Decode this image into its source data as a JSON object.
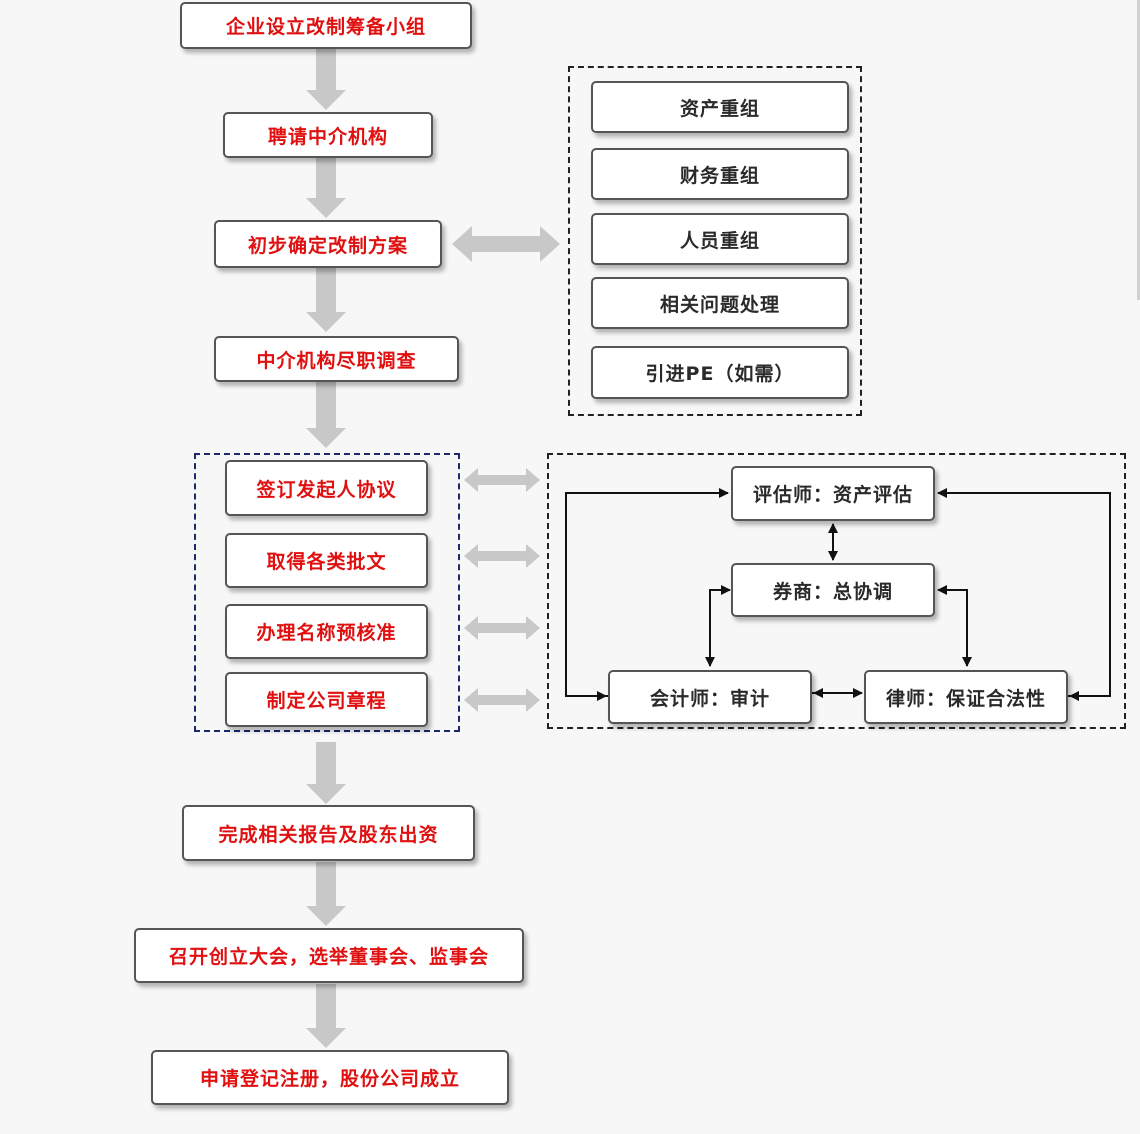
{
  "main_flow": {
    "step1": "企业设立改制筹备小组",
    "step2": "聘请中介机构",
    "step3": "初步确定改制方案",
    "step4": "中介机构尽职调查",
    "step5": "完成相关报告及股东出资",
    "step6": "召开创立大会，选举董事会、监事会",
    "step7": "申请登记注册，股份公司成立"
  },
  "restructure": {
    "items": [
      "资产重组",
      "财务重组",
      "人员重组",
      "相关问题处理",
      "引进PE（如需）"
    ]
  },
  "procedures": {
    "items": [
      "签订发起人协议",
      "取得各类批文",
      "办理名称预核准",
      "制定公司章程"
    ]
  },
  "intermediaries": {
    "appraiser": "评估师：资产评估",
    "broker": "券商：总协调",
    "accountant": "会计师：审计",
    "lawyer": "律师：保证合法性"
  },
  "colors": {
    "main_text": "#e01010",
    "secondary_text": "#2a2a2a",
    "arrow_gray": "#c8c8c8",
    "procedures_border": "#1a2a6c"
  }
}
